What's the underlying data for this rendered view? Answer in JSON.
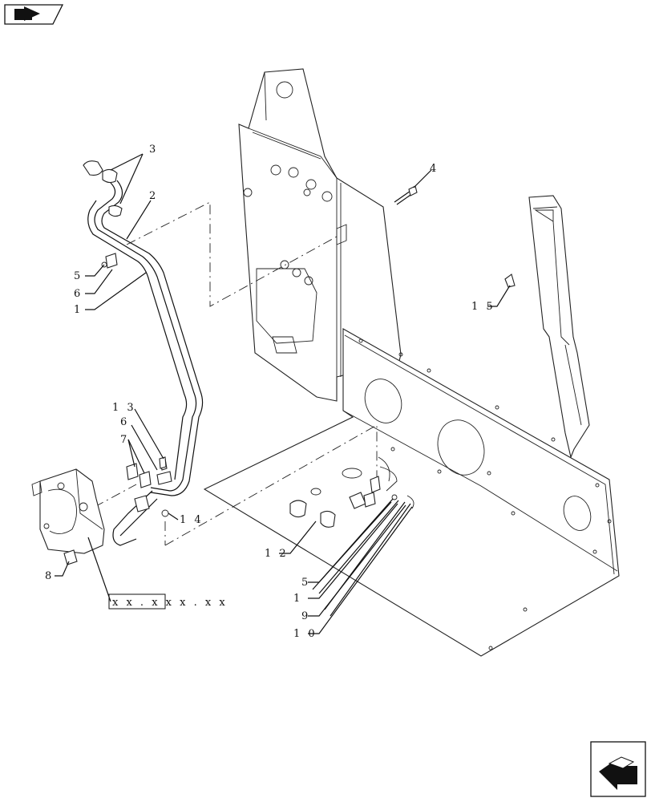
{
  "callouts": {
    "c1a": "1",
    "c2": "2",
    "c3": "3",
    "c4": "4",
    "c5a": "5",
    "c6a": "6",
    "c13": "1 3",
    "c6b": "6",
    "c7": "7",
    "c14": "1 4",
    "c15": "1 5",
    "c12": "1 2",
    "c5b": "5",
    "c1b": "1",
    "c9": "9",
    "c10": "1 0",
    "c8": "8"
  },
  "reference_box": "x x . x x x . x x",
  "icons": {
    "top_left": "previous-page-icon",
    "bottom_right": "next-page-icon"
  }
}
